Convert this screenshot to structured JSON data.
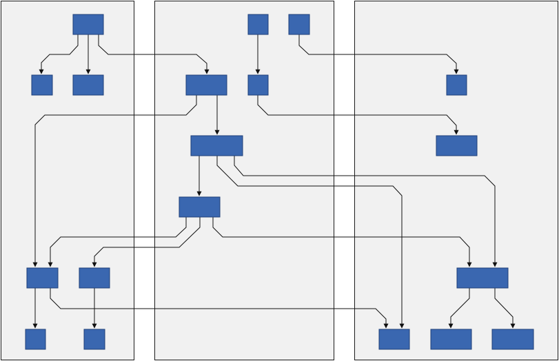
{
  "diagram": {
    "type": "swimlane-flow",
    "lanes": 3,
    "node_count": 20,
    "edge_count": 21,
    "colors": {
      "lane_fill": "#f1f1f1",
      "lane_border": "#1a1a1a",
      "node_fill": "#3a67b0",
      "node_border": "#1f3f78",
      "edge": "#111111"
    }
  }
}
